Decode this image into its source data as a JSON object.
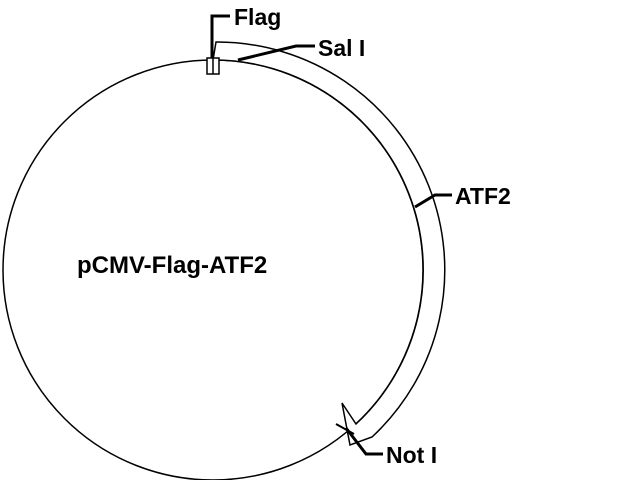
{
  "plasmid": {
    "name": "pCMV-Flag-ATF2"
  },
  "features": {
    "flag": {
      "label": "Flag"
    },
    "sal1": {
      "label": "Sal I"
    },
    "atf2": {
      "label": "ATF2"
    },
    "not1": {
      "label": "Not I"
    }
  },
  "colors": {
    "stroke": "#000000",
    "background": "#ffffff",
    "text": "#000000"
  }
}
